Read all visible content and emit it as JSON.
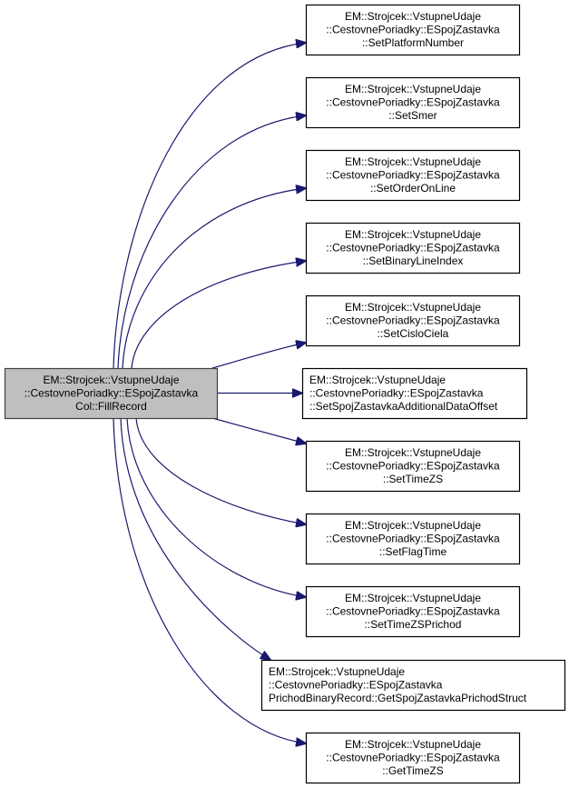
{
  "diagram": {
    "type": "call-graph",
    "colors": {
      "root_fill": "#bfbfbf",
      "node_fill": "#ffffff",
      "node_stroke": "#000000",
      "root_stroke": "#404040",
      "edge": "#191970"
    },
    "root": {
      "id": "root",
      "lines": [
        "EM::Strojcek::VstupneUdaje",
        "::CestovnePoriadky::ESpojZastavka",
        "Col::FillRecord"
      ],
      "align": "center"
    },
    "callees": [
      {
        "id": "set-platform-number",
        "lines": [
          "EM::Strojcek::VstupneUdaje",
          "::CestovnePoriadky::ESpojZastavka",
          "::SetPlatformNumber"
        ],
        "align": "center"
      },
      {
        "id": "set-smer",
        "lines": [
          "EM::Strojcek::VstupneUdaje",
          "::CestovnePoriadky::ESpojZastavka",
          "::SetSmer"
        ],
        "align": "center"
      },
      {
        "id": "set-order-on-line",
        "lines": [
          "EM::Strojcek::VstupneUdaje",
          "::CestovnePoriadky::ESpojZastavka",
          "::SetOrderOnLine"
        ],
        "align": "center"
      },
      {
        "id": "set-binary-line-index",
        "lines": [
          "EM::Strojcek::VstupneUdaje",
          "::CestovnePoriadky::ESpojZastavka",
          "::SetBinaryLineIndex"
        ],
        "align": "center"
      },
      {
        "id": "set-cislo-ciela",
        "lines": [
          "EM::Strojcek::VstupneUdaje",
          "::CestovnePoriadky::ESpojZastavka",
          "::SetCisloCiela"
        ],
        "align": "center"
      },
      {
        "id": "set-spoj-zastavka-additional-data-offset",
        "lines": [
          "EM::Strojcek::VstupneUdaje",
          "::CestovnePoriadky::ESpojZastavka",
          "::SetSpojZastavkaAdditionalDataOffset"
        ],
        "align": "left"
      },
      {
        "id": "set-time-zs",
        "lines": [
          "EM::Strojcek::VstupneUdaje",
          "::CestovnePoriadky::ESpojZastavka",
          "::SetTimeZS"
        ],
        "align": "center"
      },
      {
        "id": "set-flag-time",
        "lines": [
          "EM::Strojcek::VstupneUdaje",
          "::CestovnePoriadky::ESpojZastavka",
          "::SetFlagTime"
        ],
        "align": "center"
      },
      {
        "id": "set-time-zs-prichod",
        "lines": [
          "EM::Strojcek::VstupneUdaje",
          "::CestovnePoriadky::ESpojZastavka",
          "::SetTimeZSPrichod"
        ],
        "align": "center"
      },
      {
        "id": "get-spoj-zastavka-prichod-struct",
        "lines": [
          "EM::Strojcek::VstupneUdaje",
          "::CestovnePoriadky::ESpojZastavka",
          "PrichodBinaryRecord::GetSpojZastavkaPrichodStruct"
        ],
        "align": "left"
      },
      {
        "id": "get-time-zs",
        "lines": [
          "EM::Strojcek::VstupneUdaje",
          "::CestovnePoriadky::ESpojZastavka",
          "::GetTimeZS"
        ],
        "align": "center"
      }
    ]
  }
}
